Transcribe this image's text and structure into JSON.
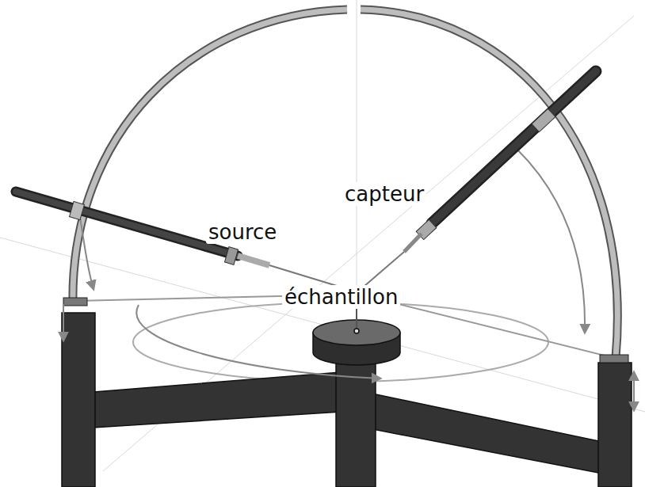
{
  "diagram": {
    "labels": [
      "source",
      "capteur",
      "échantillon"
    ]
  }
}
